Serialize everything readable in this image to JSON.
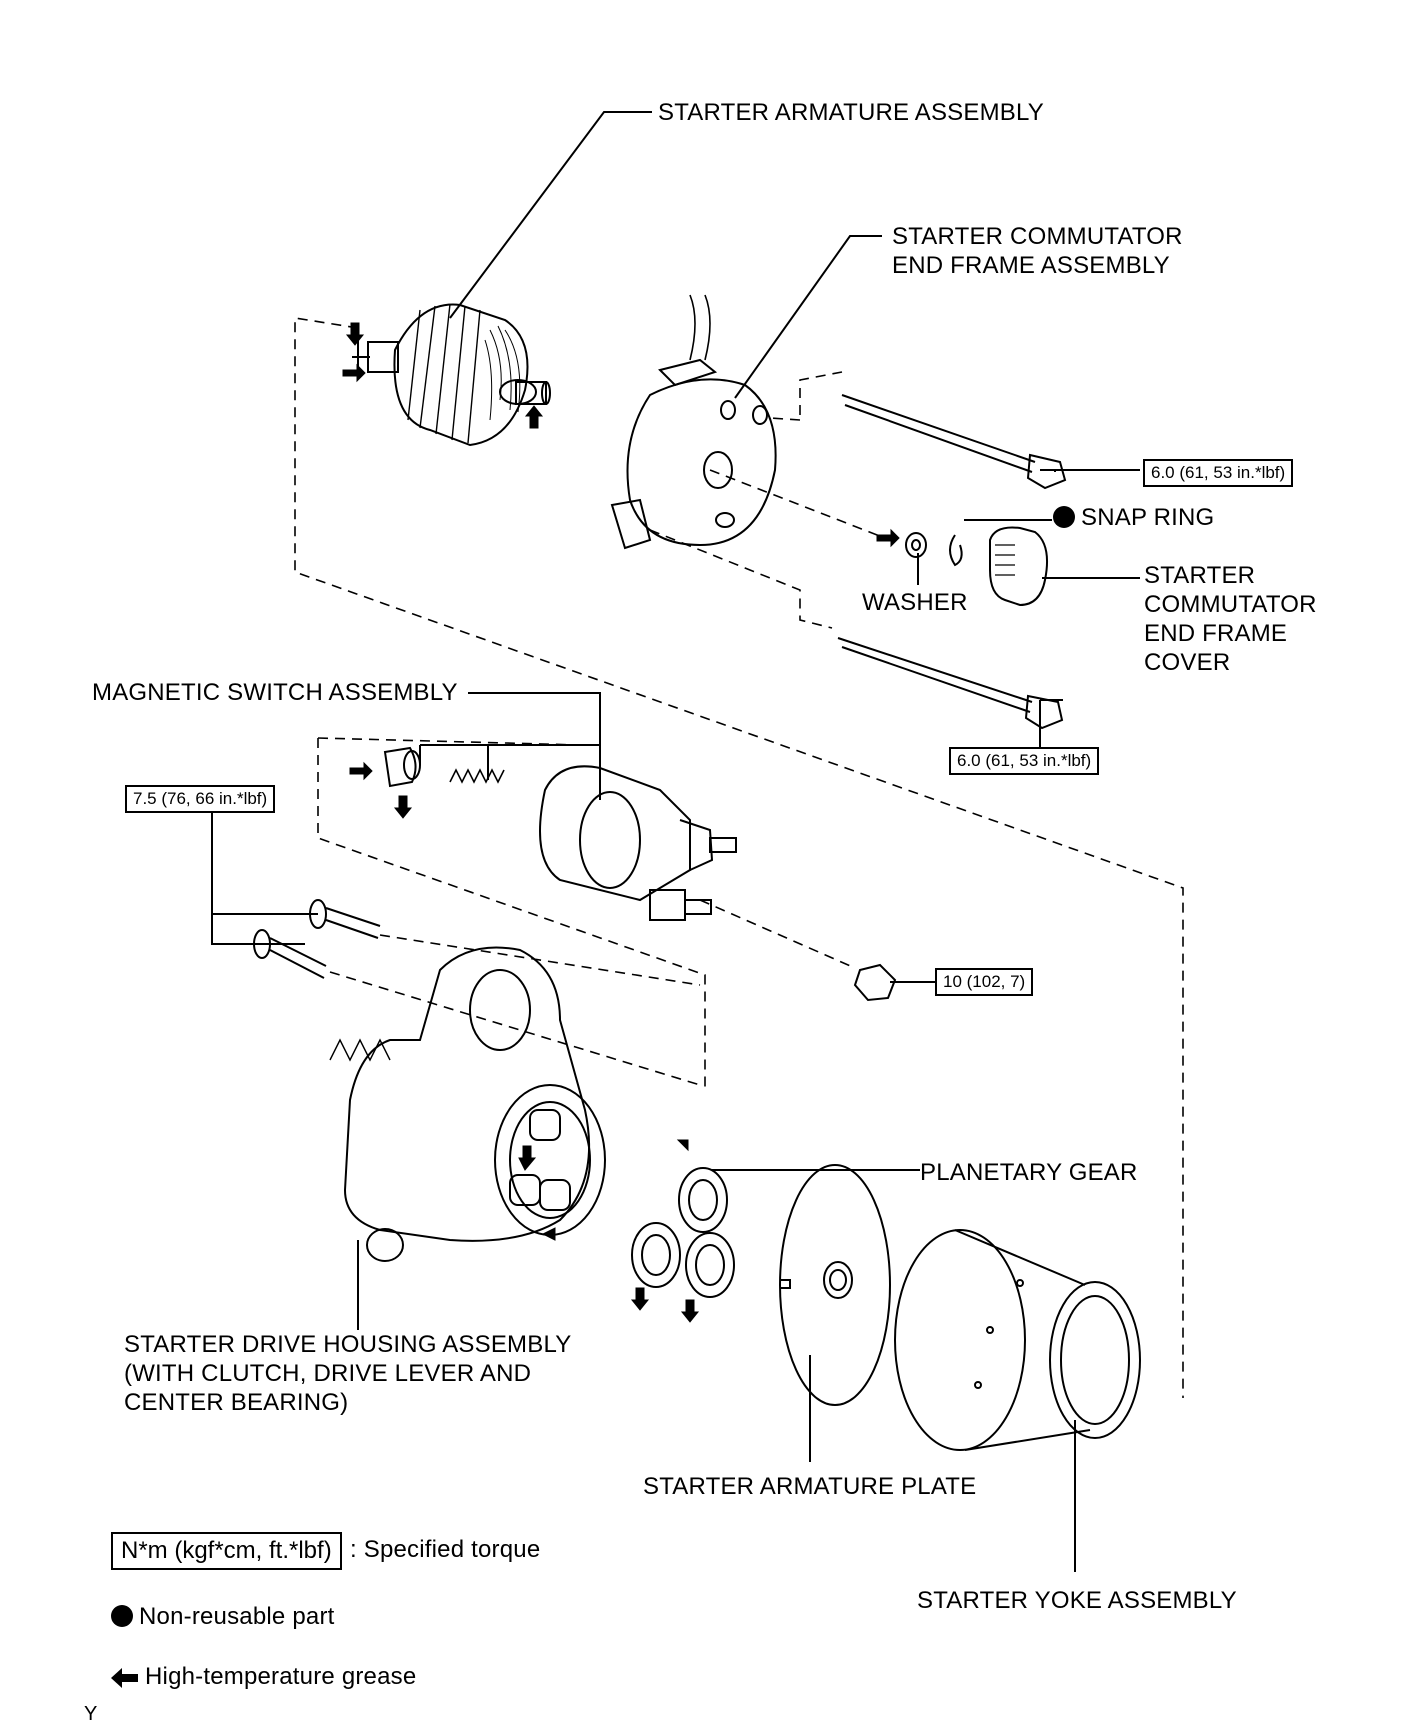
{
  "labels": {
    "armature": "STARTER ARMATURE ASSEMBLY",
    "comm_frame_1": "STARTER COMMUTATOR",
    "comm_frame_2": "END FRAME ASSEMBLY",
    "snap_ring": "SNAP RING",
    "washer": "WASHER",
    "cover_1": "STARTER",
    "cover_2": "COMMUTATOR",
    "cover_3": "END FRAME",
    "cover_4": "COVER",
    "magnetic_switch": "MAGNETIC SWITCH ASSEMBLY",
    "planetary_gear": "PLANETARY GEAR",
    "drive_housing_1": "STARTER DRIVE HOUSING ASSEMBLY",
    "drive_housing_2": "(WITH CLUTCH, DRIVE LEVER AND",
    "drive_housing_3": "CENTER BEARING)",
    "armature_plate": "STARTER ARMATURE PLATE",
    "yoke": "STARTER YOKE ASSEMBLY"
  },
  "torque": {
    "through_bolt_upper": "6.0 (61, 53 in.*lbf)",
    "through_bolt_lower": "6.0 (61, 53 in.*lbf)",
    "housing_bolts": "7.5 (76, 66 in.*lbf)",
    "terminal_nut": "10 (102, 7)"
  },
  "legend": {
    "torque_unit": "N*m (kgf*cm, ft.*lbf)",
    "torque_desc": ": Specified torque",
    "non_reusable": "Non-reusable part",
    "grease": "High-temperature grease"
  },
  "corner_mark": "Y",
  "icons": {
    "non_reusable": "filled-circle-icon",
    "grease": "grease-arrow-icon"
  }
}
